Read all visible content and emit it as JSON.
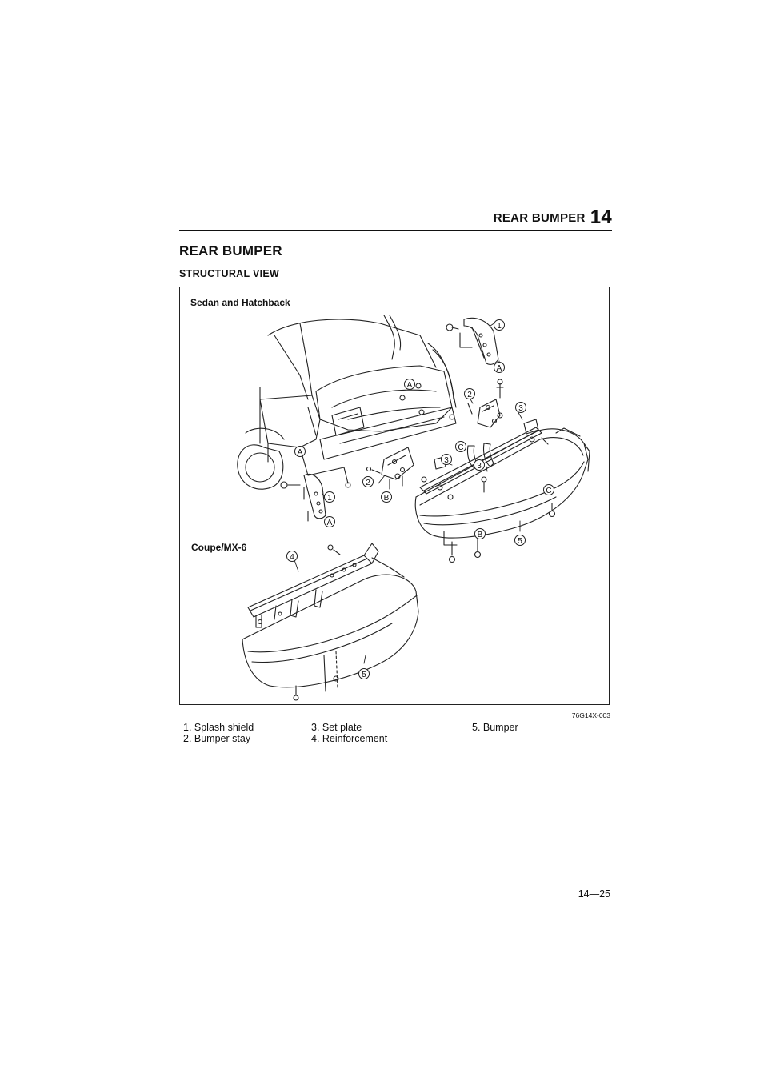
{
  "header": {
    "title": "REAR BUMPER",
    "chapter": "14"
  },
  "section_title": "REAR BUMPER",
  "subsection_title": "STRUCTURAL VIEW",
  "figure": {
    "label_sedan": "Sedan and Hatchback",
    "label_coupe": "Coupe/MX-6",
    "code": "76G14X-003",
    "callouts": {
      "c1": "1",
      "c2": "2",
      "c3": "3",
      "c4": "4",
      "c5": "5",
      "cA": "A",
      "cB": "B",
      "cC": "C"
    }
  },
  "legend": {
    "col1": [
      "1. Splash shield",
      "2. Bumper stay"
    ],
    "col2": [
      "3. Set plate",
      "4. Reinforcement"
    ],
    "col3": [
      "5. Bumper"
    ]
  },
  "page_number": "14—25"
}
